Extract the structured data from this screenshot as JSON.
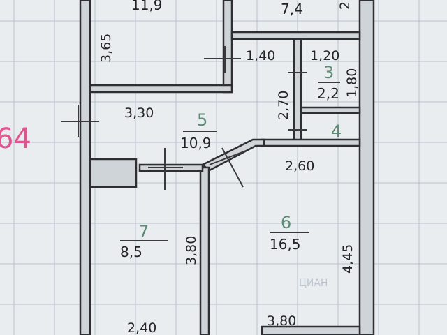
{
  "rooms": [
    {
      "id": "top-left",
      "number": "",
      "area": "11,9"
    },
    {
      "id": "top-right",
      "number": "",
      "area": "7,4"
    },
    {
      "id": "room-3",
      "number": "3",
      "area": "2,2"
    },
    {
      "id": "room-4",
      "number": "4",
      "area": ""
    },
    {
      "id": "room-5",
      "number": "5",
      "area": "10,9"
    },
    {
      "id": "room-6",
      "number": "6",
      "area": "16,5"
    },
    {
      "id": "room-7",
      "number": "7",
      "area": "8,5"
    }
  ],
  "dimensions": {
    "d_3_65": "3,65",
    "d_1_40": "1,40",
    "d_1_20": "1,20",
    "d_1_80": "1,80",
    "d_2_70": "2,70",
    "d_3_30": "3,30",
    "d_2_60": "2,60",
    "d_4_45": "4,45",
    "d_3_80_left": "3,80",
    "d_2_40": "2,40",
    "d_3_80_bottom": "3,80",
    "d_edge": "2"
  },
  "annotations": {
    "pencil_mark": "64",
    "watermark": "ЦИАН"
  },
  "colors": {
    "paper": "#e9edf0",
    "grid": "#b9c1cc",
    "wall_fill": "#cfd4d8",
    "ink": "#26262a",
    "room_number": "#5c8a72",
    "pencil": "#e0558f"
  }
}
